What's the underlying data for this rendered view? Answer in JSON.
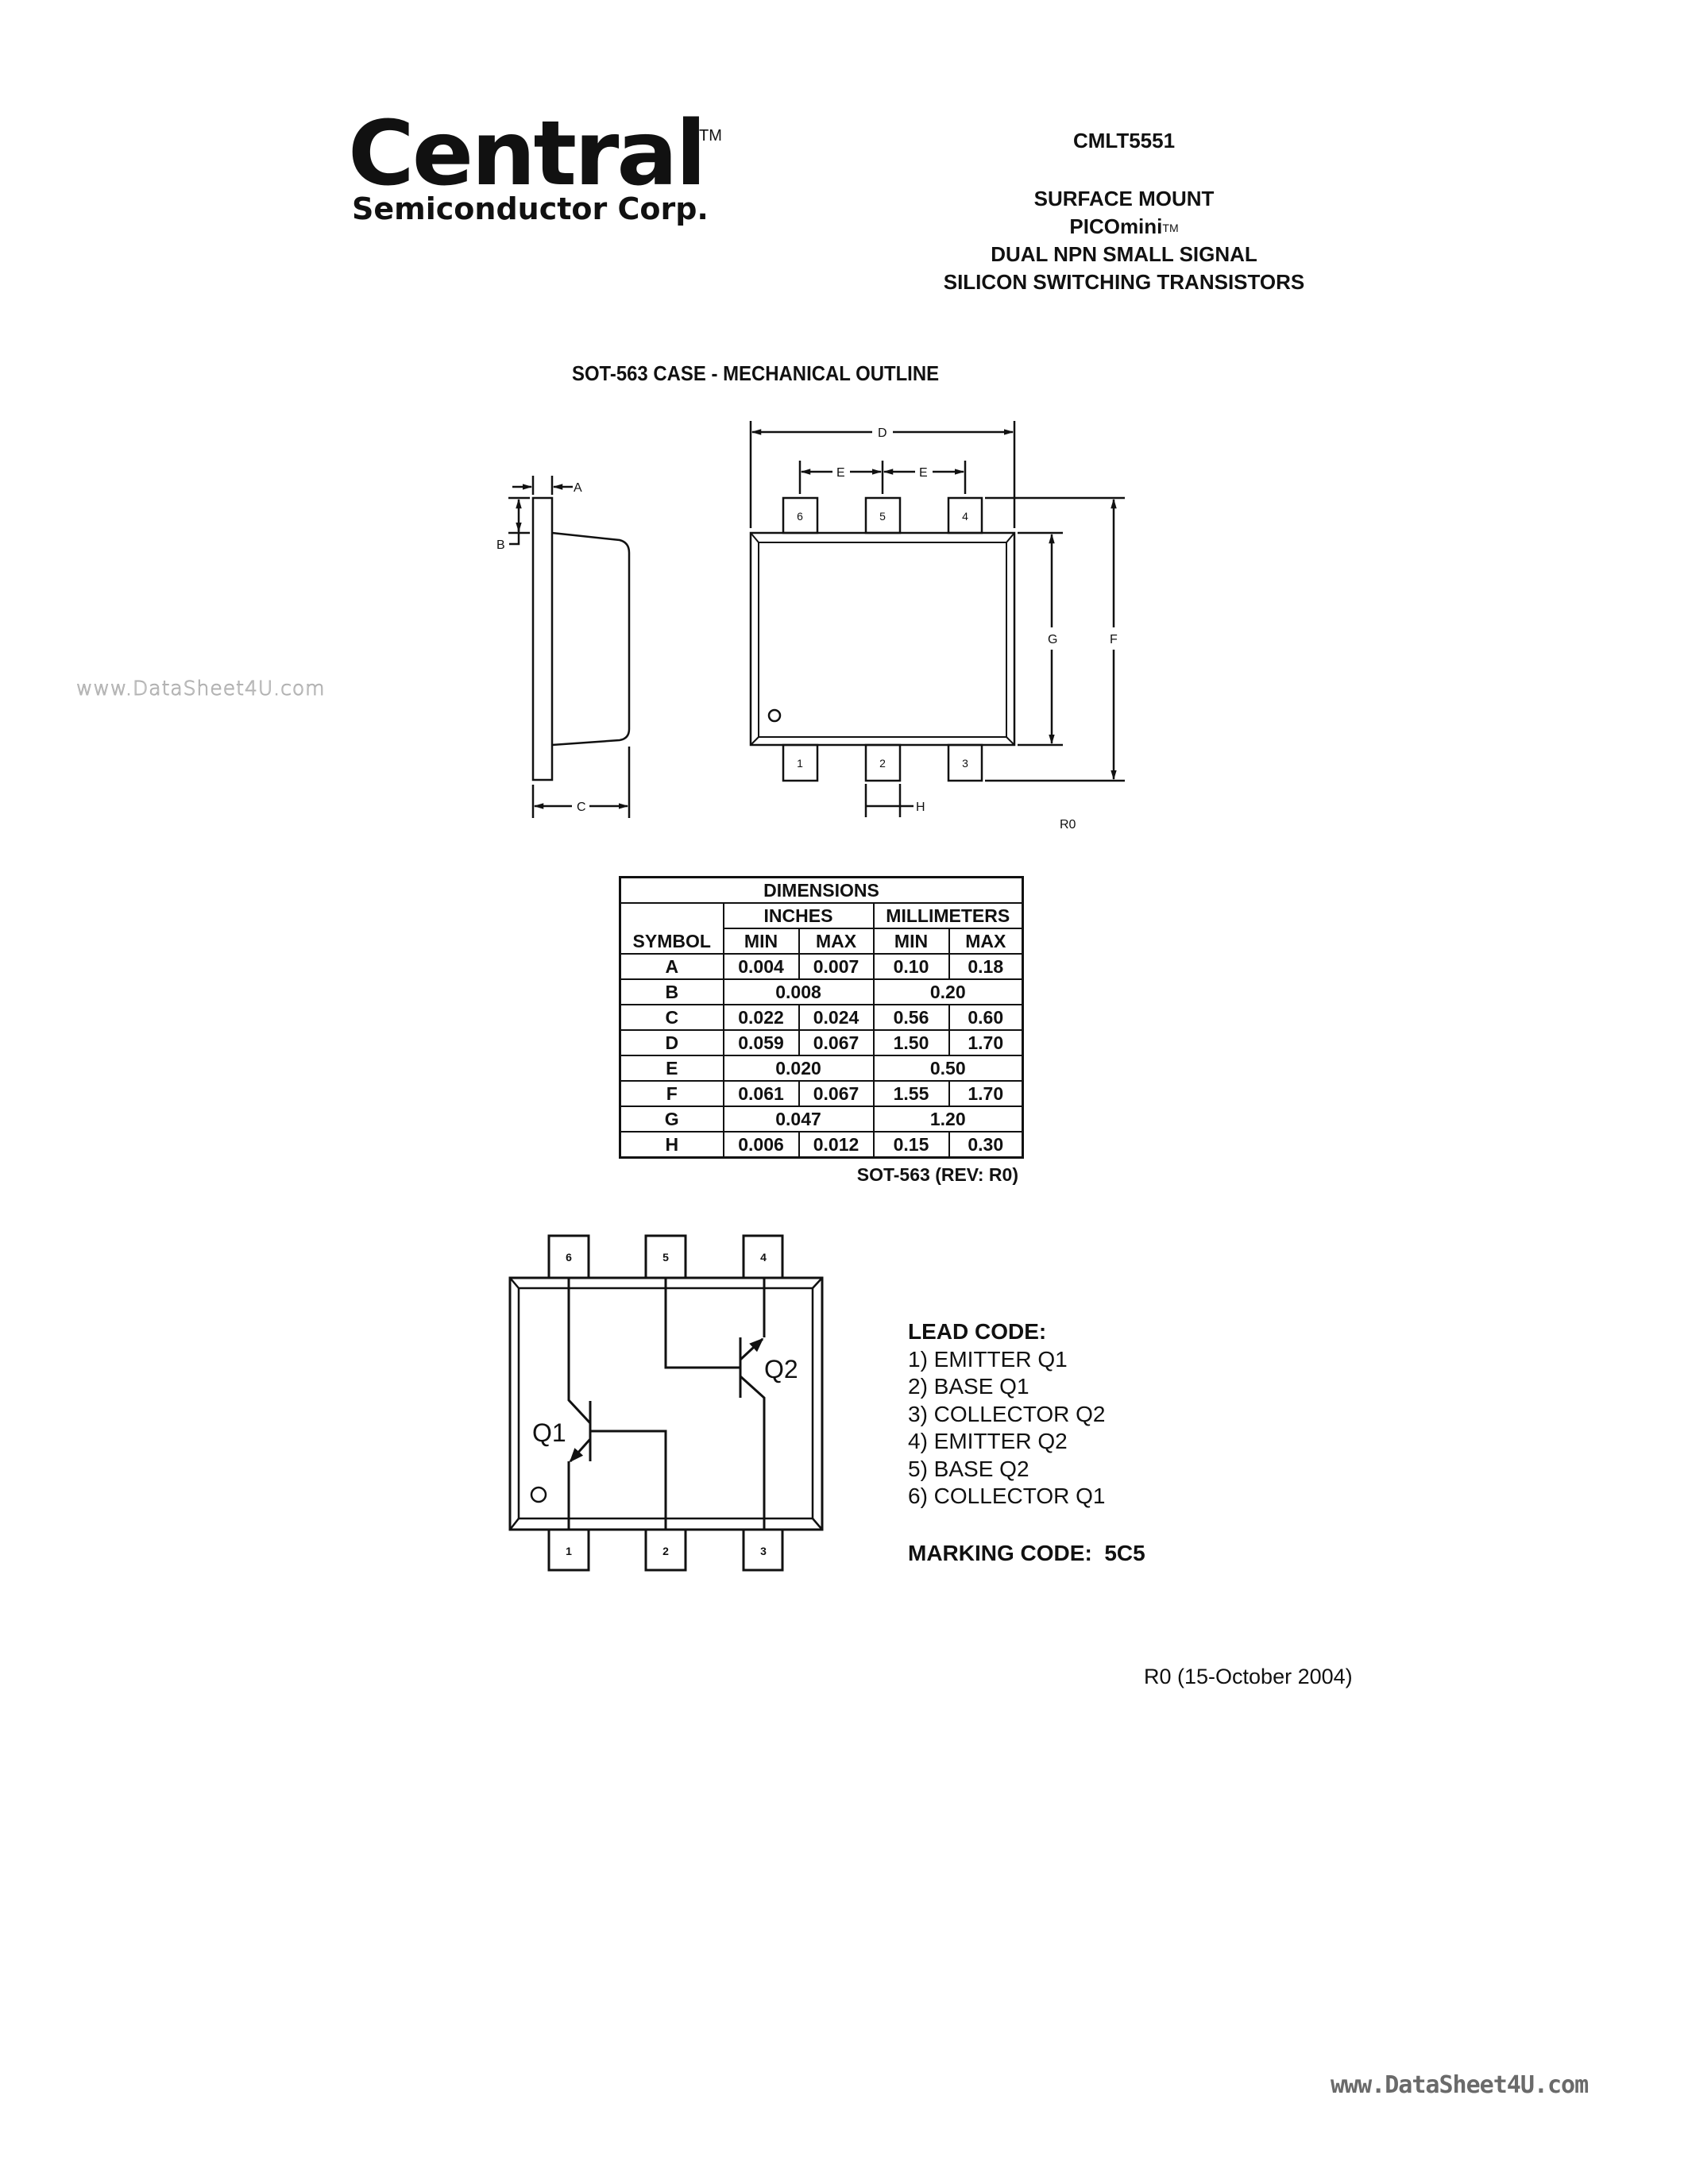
{
  "header": {
    "logo": {
      "name": "Central",
      "trademark": "TM",
      "subtitle": "Semiconductor Corp."
    },
    "part_number": "CMLT5551",
    "description_lines": [
      "SURFACE MOUNT",
      "PICOmini",
      "DUAL NPN SMALL SIGNAL",
      "SILICON SWITCHING TRANSISTORS"
    ],
    "picomini_tm": "TM"
  },
  "watermarks": {
    "left": "www.DataSheet4U.com",
    "footer": "www.DataSheet4U.com"
  },
  "outline": {
    "title": "SOT-563 CASE - MECHANICAL OUTLINE",
    "labels": {
      "A": "A",
      "B": "B",
      "C": "C",
      "D": "D",
      "E1": "E",
      "E2": "E",
      "F": "F",
      "G": "G",
      "H": "H"
    },
    "pins_top": [
      "6",
      "5",
      "4"
    ],
    "pins_bottom": [
      "1",
      "2",
      "3"
    ],
    "pin1_marker": "O",
    "revision": "R0"
  },
  "dimensions_table": {
    "title": "DIMENSIONS",
    "symbol_header": "SYMBOL",
    "unit_headers": [
      "INCHES",
      "MILLIMETERS"
    ],
    "sub_headers": [
      "MIN",
      "MAX",
      "MIN",
      "MAX"
    ],
    "rows": [
      {
        "symbol": "A",
        "in_min": "0.004",
        "in_max": "0.007",
        "mm_min": "0.10",
        "mm_max": "0.18"
      },
      {
        "symbol": "B",
        "in_nom": "0.008",
        "mm_nom": "0.20"
      },
      {
        "symbol": "C",
        "in_min": "0.022",
        "in_max": "0.024",
        "mm_min": "0.56",
        "mm_max": "0.60"
      },
      {
        "symbol": "D",
        "in_min": "0.059",
        "in_max": "0.067",
        "mm_min": "1.50",
        "mm_max": "1.70"
      },
      {
        "symbol": "E",
        "in_nom": "0.020",
        "mm_nom": "0.50"
      },
      {
        "symbol": "F",
        "in_min": "0.061",
        "in_max": "0.067",
        "mm_min": "1.55",
        "mm_max": "1.70"
      },
      {
        "symbol": "G",
        "in_nom": "0.047",
        "mm_nom": "1.20"
      },
      {
        "symbol": "H",
        "in_min": "0.006",
        "in_max": "0.012",
        "mm_min": "0.15",
        "mm_max": "0.30"
      }
    ],
    "caption": "SOT-563 (REV: R0)"
  },
  "schematic": {
    "pins_top": [
      "6",
      "5",
      "4"
    ],
    "pins_bottom": [
      "1",
      "2",
      "3"
    ],
    "q1_label": "Q1",
    "q2_label": "Q2",
    "pin1_marker": "O"
  },
  "lead_code": {
    "title": "LEAD CODE:",
    "items": [
      "1) EMITTER Q1",
      "2) BASE Q1",
      "3) COLLECTOR Q2",
      "4) EMITTER Q2",
      "5) BASE Q2",
      "6) COLLECTOR Q1"
    ]
  },
  "marking_code": {
    "label": "MARKING CODE:",
    "value": "5C5"
  },
  "revision_note": "R0 (15-October 2004)"
}
